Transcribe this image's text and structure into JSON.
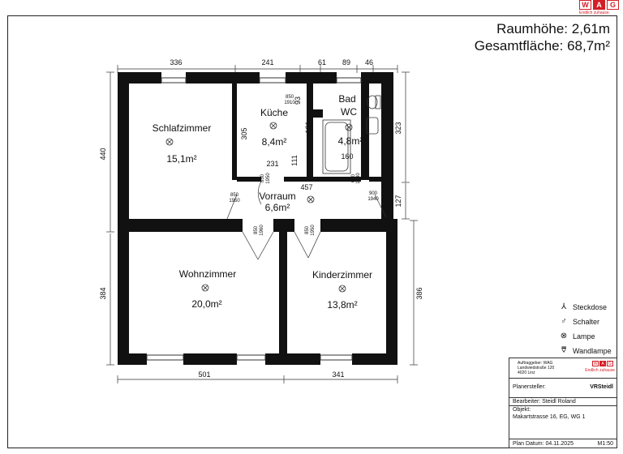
{
  "header": {
    "room_height": "Raumhöhe: 2,61m",
    "total_area": "Gesamtfläche: 68,7m²"
  },
  "logo": {
    "letters": [
      "W",
      "A",
      "G"
    ],
    "slogan": "Endlich zuhause."
  },
  "rooms": [
    {
      "id": "schlafzimmer",
      "name": "Schlafzimmer",
      "area": "15,1m²"
    },
    {
      "id": "kueche",
      "name": "Küche",
      "area": "8,4m²"
    },
    {
      "id": "bad",
      "name": "Bad",
      "name2": "WC",
      "area": "4,8m²"
    },
    {
      "id": "vorraum",
      "name": "Vorraum",
      "area": "6,6m²"
    },
    {
      "id": "wohnzimmer",
      "name": "Wohnzimmer",
      "area": "20,0m²"
    },
    {
      "id": "kinderzimmer",
      "name": "Kinderzimmer",
      "area": "13,8m²"
    }
  ],
  "dimensions": {
    "top": [
      "336",
      "241",
      "61",
      "89",
      "46"
    ],
    "left_upper": "440",
    "left_lower": "384",
    "right_upper": "323",
    "right_small": "127",
    "right_lower": "386",
    "bottom": [
      "501",
      "341"
    ],
    "inner": [
      "305",
      "93",
      "101",
      "231",
      "111",
      "160",
      "457"
    ]
  },
  "doors": [
    {
      "w": "850",
      "h": "1910"
    },
    {
      "w": "850",
      "h": "1950"
    },
    {
      "w": "640",
      "h": "1930"
    },
    {
      "w": "850",
      "h": "1950"
    },
    {
      "w": "900",
      "h": "1940"
    },
    {
      "w": "850",
      "h": "1960"
    },
    {
      "w": "850",
      "h": "1950"
    }
  ],
  "legend": [
    {
      "icon": "socket-icon",
      "label": "Steckdose"
    },
    {
      "icon": "switch-icon",
      "label": "Schalter"
    },
    {
      "icon": "lamp-icon",
      "label": "Lampe"
    },
    {
      "icon": "wall-lamp-icon",
      "label": "Wandlampe"
    }
  ],
  "title_block": {
    "client_lines": [
      "Auftraggeber: WAG",
      "Landwiedstraße 120",
      "4020 Linz"
    ],
    "logo_caption": "Endlich zuhause",
    "planer_label": "Planersteller:",
    "planer_logo": "VRSteidl",
    "editor": "Bearbeiter: Steidl Roland",
    "object_label": "Objekt:",
    "object_value": "Makartstrasse 16, EG, WG 1",
    "date": "Plan Datum: 04.11.2025",
    "scale": "M1:50"
  }
}
